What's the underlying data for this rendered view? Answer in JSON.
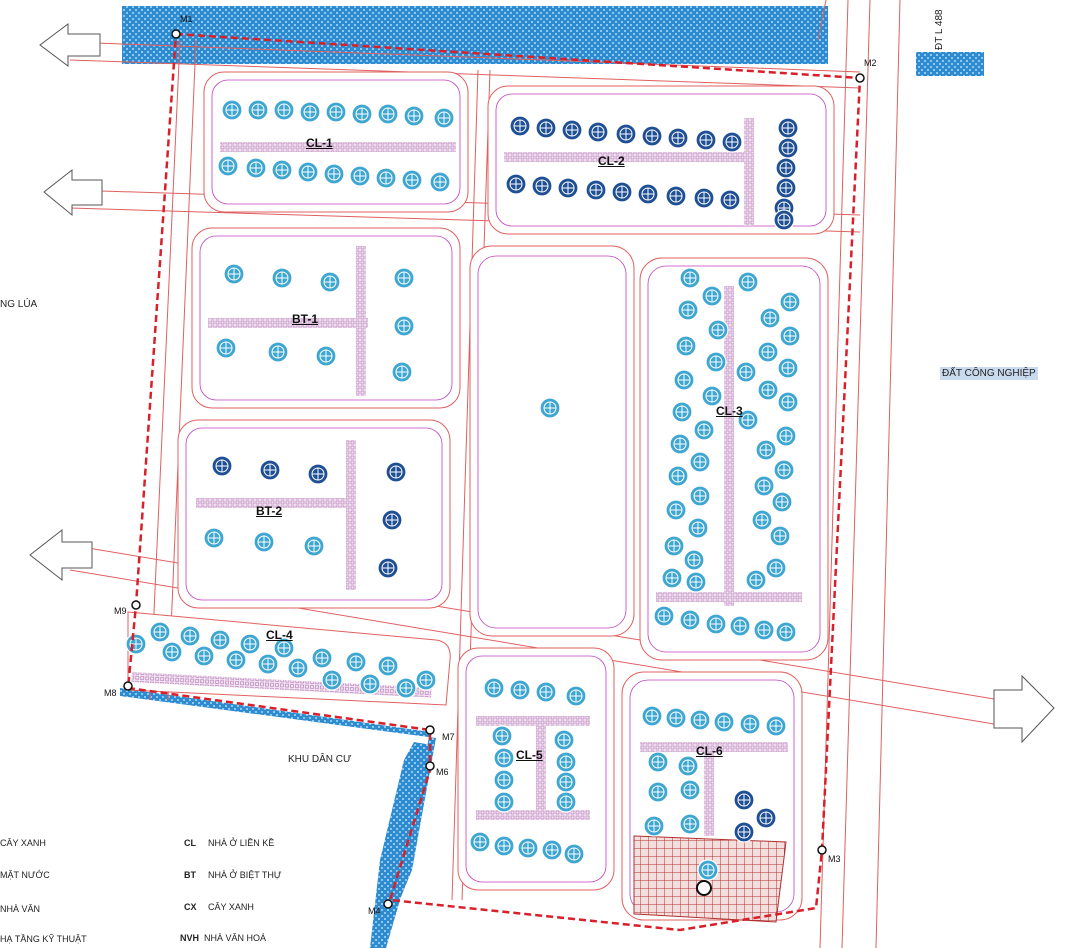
{
  "area_labels": {
    "rice_field": "NG LÚA",
    "industrial_land": "ĐẤT CÔNG NGHIỆP",
    "residential_area": "KHU DÂN CƯ",
    "road": "ĐT L 488"
  },
  "blocks": [
    {
      "id": "cl1",
      "label": "CL-1"
    },
    {
      "id": "cl2",
      "label": "CL-2"
    },
    {
      "id": "bt1",
      "label": "BT-1"
    },
    {
      "id": "bt2",
      "label": "BT-2"
    },
    {
      "id": "cl3",
      "label": "CL-3"
    },
    {
      "id": "cl4",
      "label": "CL-4"
    },
    {
      "id": "cl5",
      "label": "CL-5"
    },
    {
      "id": "cl6",
      "label": "CL-6"
    }
  ],
  "markers": [
    "M1",
    "M2",
    "M3",
    "M4",
    "M6",
    "M7",
    "M8",
    "M9"
  ],
  "legend_left": [
    {
      "label": "CÂY XANH"
    },
    {
      "label": "MẶT NƯỚC"
    },
    {
      "label": "NHÀ VĂN"
    },
    {
      "label": "HẠ TẦNG KỸ THUẬT"
    }
  ],
  "legend_right": [
    {
      "code": "CL",
      "label": "NHÀ Ở LIỀN KỀ"
    },
    {
      "code": "BT",
      "label": "NHÀ Ở BIỆT THỰ"
    },
    {
      "code": "CX",
      "label": "CÂY XANH"
    },
    {
      "code": "NVH",
      "label": "NHÀ VĂN HOÁ"
    }
  ],
  "colors": {
    "boundary": "#d8202a",
    "road_line": "#e06060",
    "lot_line": "#c040c0",
    "water": "#2a86c8",
    "tree_light": "#3ea6d0",
    "tree_dark": "#1f4f94",
    "culture_hatch": "#b03030"
  }
}
